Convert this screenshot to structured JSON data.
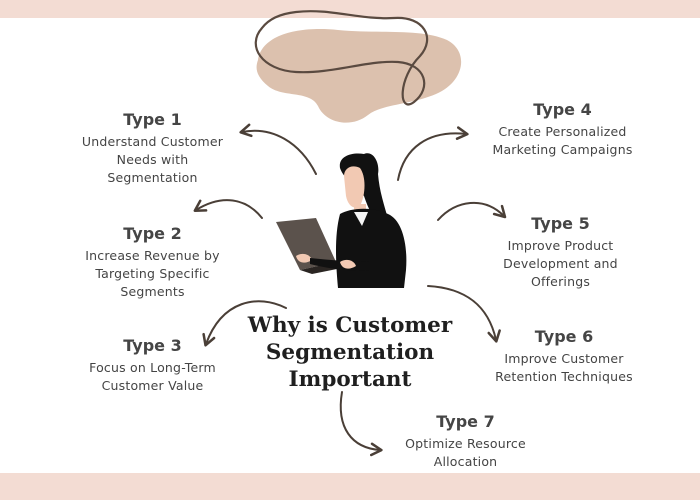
{
  "title": "Why is Customer\nSegmentation\nImportant",
  "colors": {
    "band": "#f3dcd3",
    "blob": "#dcc1ae",
    "arrow": "#4a3f37",
    "figure": "#111111",
    "skin": "#f2c9b3"
  },
  "types": [
    {
      "label": "Type 1",
      "text": "Understand Customer\nNeeds with\nSegmentation"
    },
    {
      "label": "Type 2",
      "text": "Increase Revenue by\nTargeting Specific\nSegments"
    },
    {
      "label": "Type 3",
      "text": "Focus on Long-Term\nCustomer Value"
    },
    {
      "label": "Type 4",
      "text": "Create Personalized\nMarketing Campaigns"
    },
    {
      "label": "Type 5",
      "text": "Improve Product\nDevelopment and\nOfferings"
    },
    {
      "label": "Type 6",
      "text": "Improve Customer\nRetention Techniques"
    },
    {
      "label": "Type 7",
      "text": "Optimize Resource\nAllocation"
    }
  ]
}
